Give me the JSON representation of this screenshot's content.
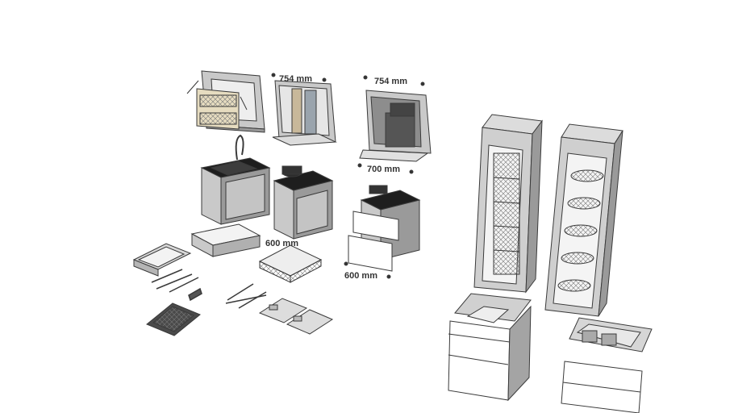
{
  "dimensions": {
    "wall_cabinet_width": "754 mm",
    "hood_cabinet_width": "754 mm",
    "hood_cabinet_depth": "700 mm",
    "sink_base_width": "600 mm",
    "drawer_base_width": "600 mm"
  },
  "colors": {
    "line": "#3a3a3a",
    "panel": "#c9c9c9",
    "panel_dark": "#8d8d8d",
    "front": "#ffffff",
    "countertop": "#1e1e1e",
    "steel": "#b8b8b8",
    "accent_wood": "#e6dcc0"
  }
}
